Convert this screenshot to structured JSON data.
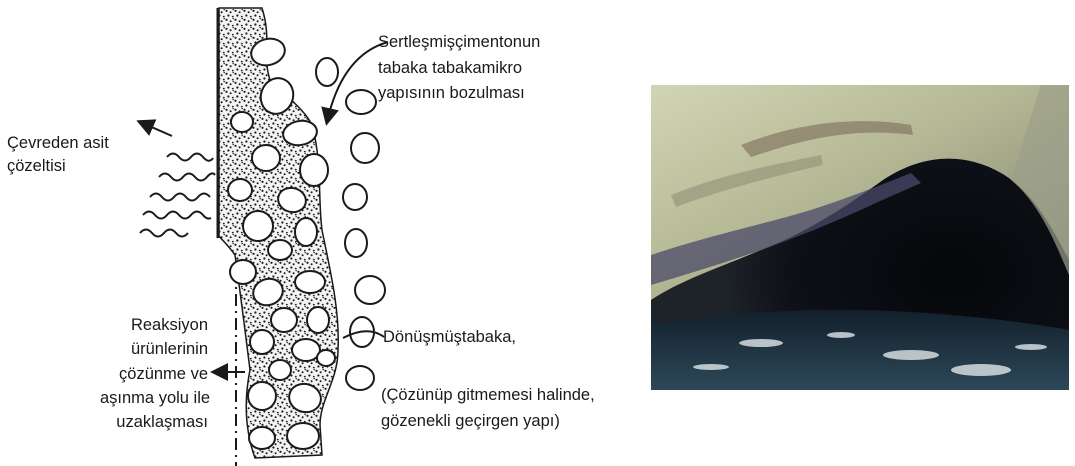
{
  "labels": {
    "acid_source": [
      "Çevreden asit",
      "çözeltisi"
    ],
    "micro_structure": [
      "Sertleşmişçimentonun",
      "tabaka tabakamikro",
      "yapısının bozulması"
    ],
    "reaction_products": [
      "Reaksiyon",
      "ürünlerinin",
      "çözünme ve",
      "aşınma yolu ile",
      "uzaklaşması"
    ],
    "transformed_layer": "Dönüşmüştabaka,",
    "porous_note": [
      "(Çözünüp gitmemesi halinde,",
      "gözenekli geçirgen yapı)"
    ]
  },
  "photo": {
    "subject": "corroded concrete sewer pipe interior"
  },
  "colors": {
    "ink": "#1a1a1a",
    "aggregate_fill": "#ffffff",
    "photo_dark": "#0d0f14",
    "photo_crust": "#c9cca8"
  }
}
